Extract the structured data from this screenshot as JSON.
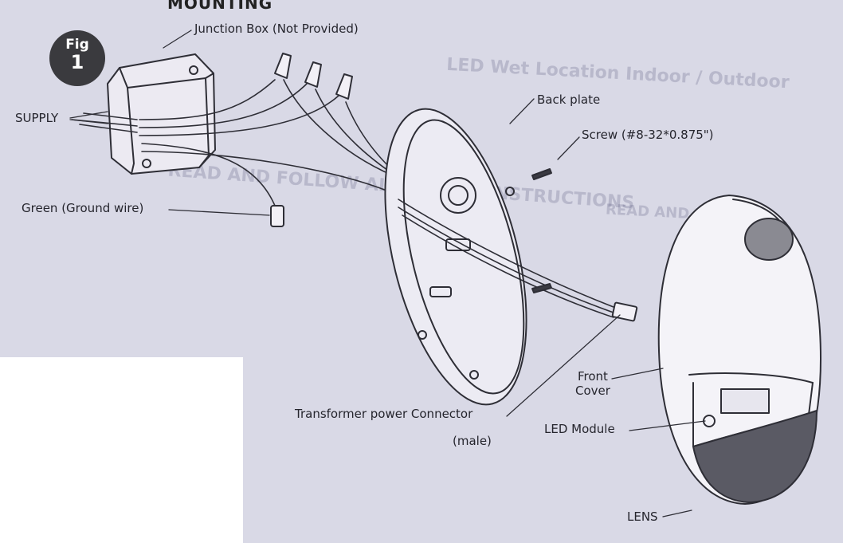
{
  "header": {
    "section_title": "MOUNTING"
  },
  "figure": {
    "word": "Fig",
    "number": "1"
  },
  "labels": {
    "junction_box": "Junction Box (Not Provided)",
    "supply": "SUPPLY",
    "ground_wire": "Green (Ground wire)",
    "back_plate": "Back plate",
    "screw": "Screw (#8-32*0.875\")",
    "front_cover_line1": "Front",
    "front_cover_line2": "Cover",
    "transformer_line1": "Transformer power Connector",
    "transformer_line2": "(male)",
    "led_module": "LED Module",
    "lens": "LENS"
  },
  "colors": {
    "paper": "#d9d9e6",
    "ink": "#2a2a33",
    "badge": "#3a3a3e"
  }
}
